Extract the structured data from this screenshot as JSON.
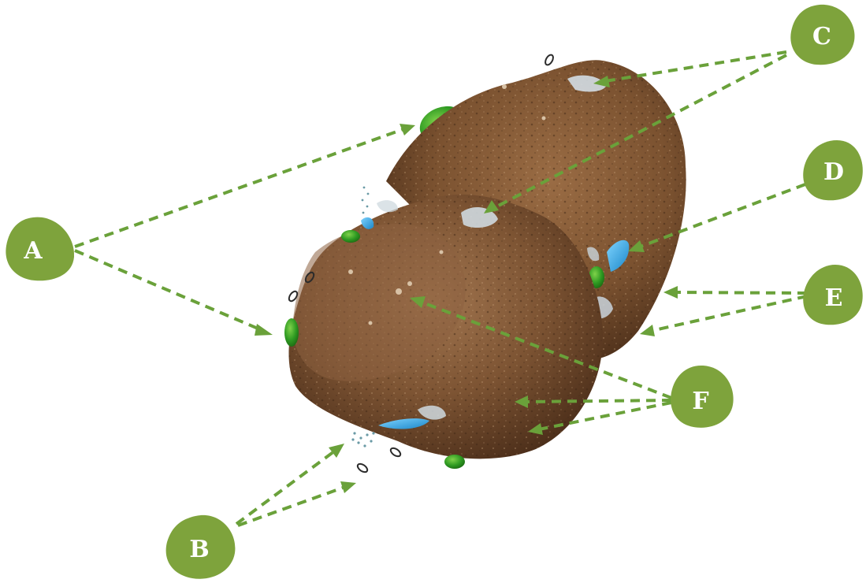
{
  "labels": {
    "a": "A",
    "b": "B",
    "c": "C",
    "d": "D",
    "e": "E",
    "f": "F"
  },
  "colors": {
    "marker": "#7ea33c",
    "arrow": "#6aa13a",
    "soil_dark": "#5a3a22",
    "soil_mid": "#7b5230",
    "soil_light": "#9a6c44",
    "root_green": "#3a9a2a",
    "pore_blue": "#2e9fd6",
    "mineral_grey": "#c9d4dc"
  }
}
